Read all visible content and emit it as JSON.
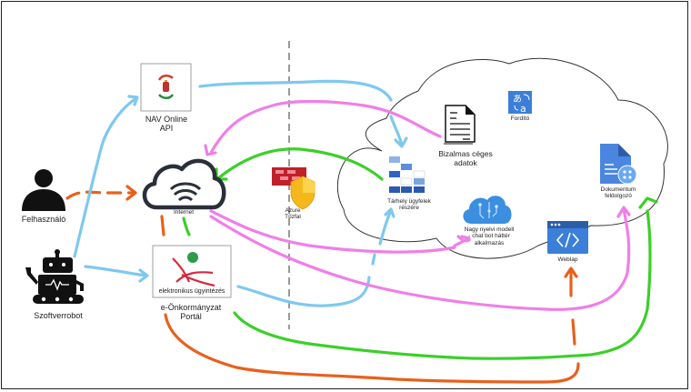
{
  "diagram": {
    "title": "",
    "nodes": {
      "user": {
        "label": "Felhasználó",
        "icon": "person-icon"
      },
      "robot": {
        "label": "Szoftverrobot",
        "icon": "robot-icon"
      },
      "nav": {
        "label": "NAV Online\nAPI",
        "icon": "nav-logo-icon"
      },
      "internet": {
        "label": "Internet",
        "icon": "cloud-wifi-icon"
      },
      "eportal": {
        "label": "e-Önkormányzat\nPortál",
        "logo_text": "elektronikus ügyintézés",
        "icon": "e-ugyintezes-logo-icon"
      },
      "firewall": {
        "label": "Azure\nTűzfal",
        "icon": "firewall-shield-icon"
      },
      "storage": {
        "label": "Tárhely ügyfelek\nrészére",
        "icon": "storage-grid-icon"
      },
      "confidential": {
        "label": "Bizalmas céges\nadatok",
        "icon": "document-icon"
      },
      "translator": {
        "label": "Fordító",
        "icon": "translator-icon"
      },
      "llm": {
        "label": "Nagy nyelvi modell\n- chat bot háttér\nalkalmazás",
        "icon": "ai-cloud-icon"
      },
      "weblap": {
        "label": "Weblap",
        "icon": "code-window-icon"
      },
      "docproc": {
        "label": "Dokumentum\nfeldolgozó",
        "icon": "document-processor-icon"
      }
    },
    "colors": {
      "orange": "#e8601c",
      "blue": "#7fc8ef",
      "pink": "#ef7fe8",
      "green": "#3ccf2a",
      "outline": "#333333",
      "azure_blue": "#3b7fd8"
    },
    "connections": [
      {
        "from": "user",
        "to": "internet",
        "color": "orange",
        "style": "dashed"
      },
      {
        "from": "robot",
        "to": "nav",
        "color": "blue"
      },
      {
        "from": "robot",
        "to": "eportal",
        "color": "blue"
      },
      {
        "from": "nav",
        "to": "storage",
        "color": "blue"
      },
      {
        "from": "eportal",
        "to": "storage",
        "color": "blue"
      },
      {
        "from": "confidential",
        "to": "internet",
        "color": "pink"
      },
      {
        "from": "storage",
        "to": "internet",
        "color": "green"
      },
      {
        "from": "internet",
        "to": "llm",
        "color": "pink"
      },
      {
        "from": "internet",
        "to": "docproc",
        "color": "pink"
      },
      {
        "from": "eportal",
        "to": "docproc",
        "color": "green"
      },
      {
        "from": "eportal",
        "to": "weblap",
        "color": "orange"
      }
    ]
  }
}
